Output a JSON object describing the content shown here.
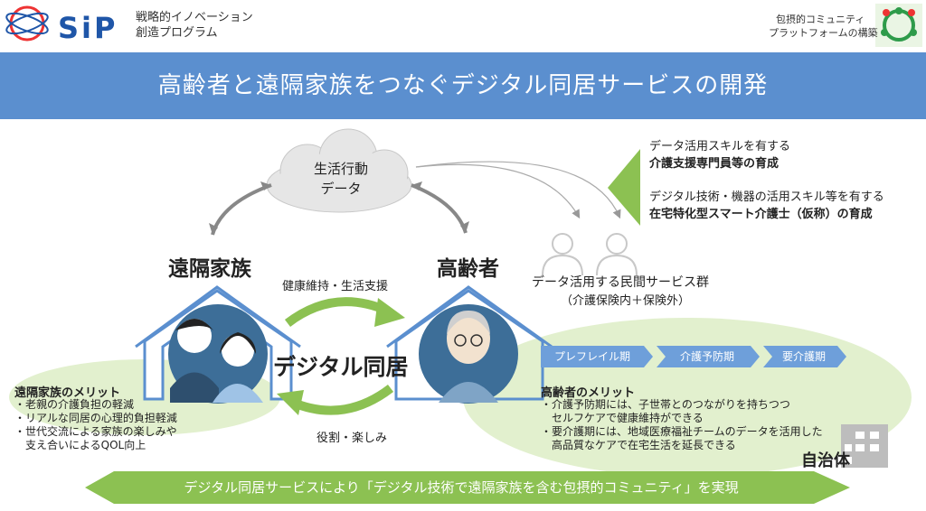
{
  "header": {
    "logo_text": "SiP",
    "program_line1": "戦略的イノベーション",
    "program_line2": "創造プログラム",
    "right_line1": "包摂的コミュニティ",
    "right_line2": "プラットフォームの構築"
  },
  "title": "高齢者と遠隔家族をつなぐデジタル同居サービスの開発",
  "cloud": {
    "line1": "生活行動",
    "line2": "データ"
  },
  "family": {
    "label": "遠隔家族",
    "merit_title": "遠隔家族のメリット",
    "merits": [
      "・老親の介護負担の軽減",
      "・リアルな同居の心理的負担軽減",
      "・世代交流による家族の楽しみや",
      "　支え合いによるQOL向上"
    ]
  },
  "elder": {
    "label": "高齢者",
    "merit_title": "高齢者のメリット",
    "merits": [
      "・介護予防期には、子世帯とのつながりを持ちつつ",
      "　セルフケアで健康維持ができる",
      "・要介護期には、地域医療福祉チームのデータを活用した",
      "　高品質なケアで在宅生活を延長できる"
    ]
  },
  "center": {
    "top_label": "健康維持・生活支援",
    "main_label": "デジタル同居",
    "bottom_label": "役割・楽しみ"
  },
  "training": {
    "line1": "データ活用スキルを有する",
    "line2": "介護支援専門員等の育成",
    "line3": "デジタル技術・機器の活用スキル等を有する",
    "line4": "在宅特化型スマート介護士（仮称）の育成"
  },
  "services": {
    "line1": "データ活用する民間サービス群",
    "line2": "（介護保険内＋保険外）"
  },
  "phases": [
    "プレフレイル期",
    "介護予防期",
    "要介護期"
  ],
  "municipality": "自治体",
  "bottom_banner": "デジタル同居サービスにより「デジタル技術で遠隔家族を含む包摂的コミュニティ」を実現",
  "colors": {
    "title_bar": "#5B8FCF",
    "green": "#8CC152",
    "light_green": "#E2F0CE",
    "phase_blue": "#6E9FDA",
    "house_border": "#5B8FCF",
    "face_bg": "#3D6E98"
  }
}
